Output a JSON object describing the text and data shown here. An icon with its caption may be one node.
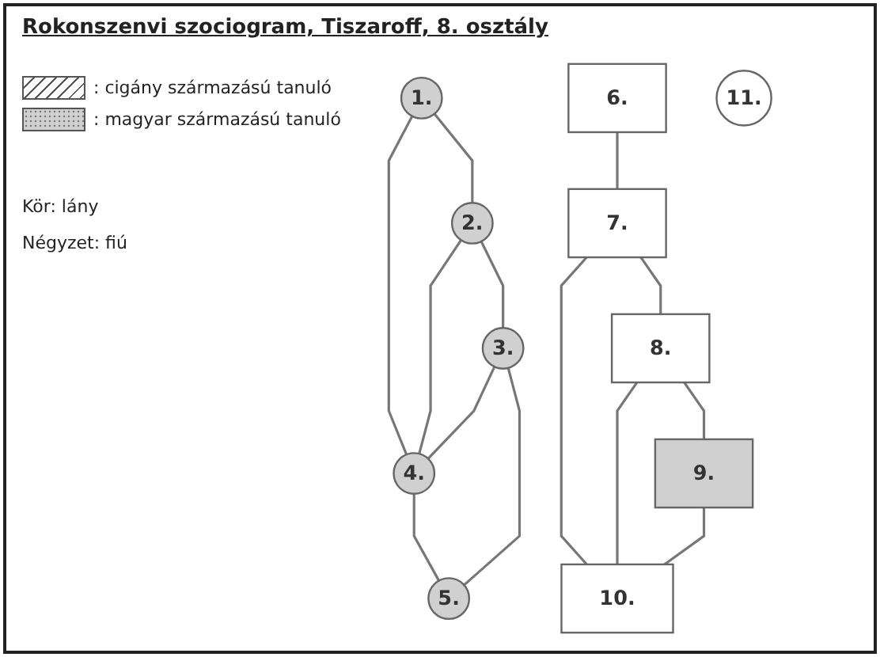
{
  "diagram": {
    "title": "Rokonszenvi szociogram, Tiszaroff, 8. osztály",
    "nodes": [
      {
        "text": [
          "1."
        ]
      },
      {
        "text": [
          "2."
        ]
      },
      {
        "text": [
          "3."
        ]
      },
      {
        "text": [
          "4."
        ]
      },
      {
        "text": [
          "5."
        ]
      },
      {
        "text": [
          "6."
        ]
      },
      {
        "text": [
          "7."
        ]
      },
      {
        "text": [
          "8."
        ]
      },
      {
        "text": [
          "9."
        ]
      },
      {
        "text": [
          "10."
        ]
      },
      {
        "text": [
          "11."
        ]
      }
    ],
    "edges": [
      {
        "from": 0,
        "to": 1,
        "arrow": "none"
      },
      {
        "from": 1,
        "to": 2,
        "arrow": "none"
      },
      {
        "from": 0,
        "to": 3,
        "arrow": "none"
      },
      {
        "from": 1,
        "to": 3,
        "arrow": "none"
      },
      {
        "from": 2,
        "to": 3,
        "arrow": "none"
      },
      {
        "from": 3,
        "to": 4,
        "arrow": "none"
      },
      {
        "from": 2,
        "to": 4,
        "arrow": "none"
      },
      {
        "from": 5,
        "to": 6,
        "arrow": "none"
      },
      {
        "from": 6,
        "to": 9,
        "arrow": "none"
      },
      {
        "from": 6,
        "to": 7,
        "arrow": "none"
      },
      {
        "from": 7,
        "to": 9,
        "arrow": "none"
      },
      {
        "from": 7,
        "to": 8,
        "arrow": "none"
      },
      {
        "from": 8,
        "to": 9,
        "arrow": "none"
      }
    ],
    "labels": [
      "Kör: lány",
      "Négyzet: fiú"
    ],
    "legend": [
      {
        "text": ": cigány származású tanuló"
      },
      {
        "text": ": magyar származású tanuló"
      }
    ]
  }
}
